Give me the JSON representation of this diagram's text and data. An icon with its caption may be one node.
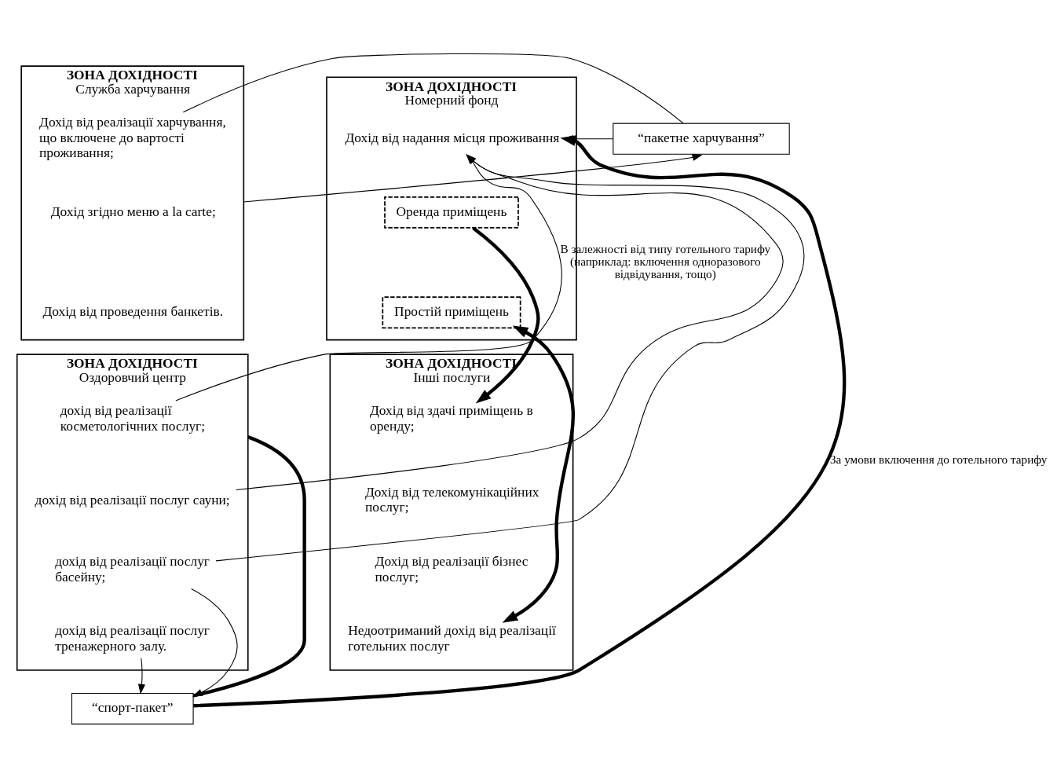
{
  "diagram": {
    "nodes": [
      {
        "text": [
          "ЗОНА ДОХІДНОСТІ",
          "Служба харчування"
        ]
      },
      {
        "text": [
          "Дохід від реалізації харчування, що включене до вартості проживання;"
        ],
        "in": 0
      },
      {
        "text": [
          "Дохід згідно меню a la carte;"
        ],
        "in": 0
      },
      {
        "text": [
          "Дохід від проведення банкетів."
        ],
        "in": 0
      },
      {
        "text": [
          "“пакетне харчування”"
        ]
      },
      {
        "text": [
          "ЗОНА ДОХІДНОСТІ",
          "Номерний фонд"
        ]
      },
      {
        "text": [
          "Дохід від надання місця проживання"
        ],
        "in": 5
      },
      {
        "text": [
          "Оренда приміщень"
        ],
        "in": 5
      },
      {
        "text": [
          "Простій приміщень"
        ],
        "in": 5
      },
      {
        "text": [
          "ЗОНА ДОХІДНОСТІ",
          "Оздоровчий центр"
        ]
      },
      {
        "text": [
          "дохід від реалізації косметологічних послуг;"
        ],
        "in": 9
      },
      {
        "text": [
          "дохід від реалізації послуг сауни;"
        ],
        "in": 9
      },
      {
        "text": [
          "дохід від реалізації послуг басейну;"
        ],
        "in": 9
      },
      {
        "text": [
          "дохід від реалізації послуг тренажерного залу."
        ],
        "in": 9
      },
      {
        "text": [
          "ЗОНА ДОХІДНОСТІ",
          "Інші послуги"
        ]
      },
      {
        "text": [
          "Дохід від здачі приміщень в оренду;"
        ],
        "in": 14
      },
      {
        "text": [
          "Дохід від телекомунікаційних послуг;"
        ],
        "in": 14
      },
      {
        "text": [
          "Дохід від реалізації бізнес послуг;"
        ],
        "in": 14
      },
      {
        "text": [
          "Недоотриманий дохід від реалізації готельних послуг"
        ],
        "in": 14
      },
      {
        "text": [
          "“спорт-пакет”"
        ]
      }
    ],
    "edges": [
      {
        "from": 0,
        "to": 4,
        "arrow": "to"
      },
      {
        "from": 1,
        "to": 4,
        "arrow": "none"
      },
      {
        "from": 4,
        "to": 6,
        "arrow": "to"
      },
      {
        "from": 7,
        "to": 15,
        "arrow": "to",
        "style": "thick"
      },
      {
        "from": 18,
        "to": 8,
        "arrow": "both",
        "style": "thick"
      },
      {
        "from": 9,
        "to": 19,
        "arrow": "none",
        "style": "thick"
      },
      {
        "from": 13,
        "to": 19,
        "arrow": "to"
      },
      {
        "from": 12,
        "to": 19,
        "arrow": "to"
      },
      {
        "from": 19,
        "to": 6,
        "arrow": "to",
        "style": "thick",
        "label": "За умови включення до готельного тарифу"
      },
      {
        "from": 10,
        "to": 6,
        "arrow": "to",
        "label": "В залежності від типу готельного тарифу (наприклад: включення одноразового відвідування, тощо)"
      },
      {
        "from": 11,
        "to": 6,
        "arrow": "to"
      },
      {
        "from": 12,
        "to": 6,
        "arrow": "to"
      }
    ]
  }
}
